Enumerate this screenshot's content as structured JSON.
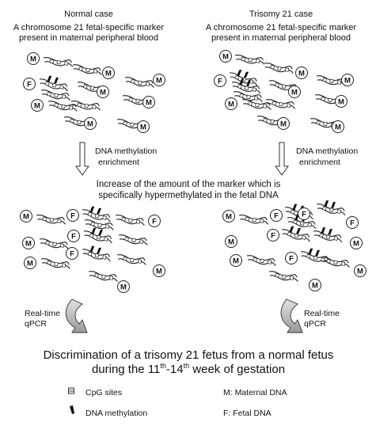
{
  "left_column": {
    "title": "Normal case",
    "subtitle_line1": "A chromosome 21 fetal-specific marker",
    "subtitle_line2": "present in maternal peripheral blood",
    "step1_line1": "DNA methylation",
    "step1_line2": "enrichment",
    "step2_line1": "Real-time",
    "step2_line2": "qPCR"
  },
  "right_column": {
    "title": "Trisomy 21 case",
    "subtitle_line1": "A chromosome 21 fetal-specific marker",
    "subtitle_line2": "present in maternal peripheral blood",
    "step1_line1": "DNA methylation",
    "step1_line2": "enrichment",
    "step2_line1": "Real-time",
    "step2_line2": "qPCR"
  },
  "middle_text": {
    "line1": "Increase of the amount of the marker which is",
    "line2": "specifically hypermethylated in the fetal DNA"
  },
  "conclusion": {
    "line1": "Discrimination of a trisomy 21 fetus from a normal fetus",
    "line2_prefix": "during the 11",
    "sup1": "th",
    "line2_mid": "-14",
    "sup2": "th",
    "line2_suffix": " week of gestation"
  },
  "legend": {
    "cpg": "CpG sites",
    "methylation": "DNA methylation",
    "maternal": "M: Maternal DNA",
    "fetal": "F: Fetal DNA"
  },
  "labels": {
    "maternal": "M",
    "fetal": "F"
  }
}
